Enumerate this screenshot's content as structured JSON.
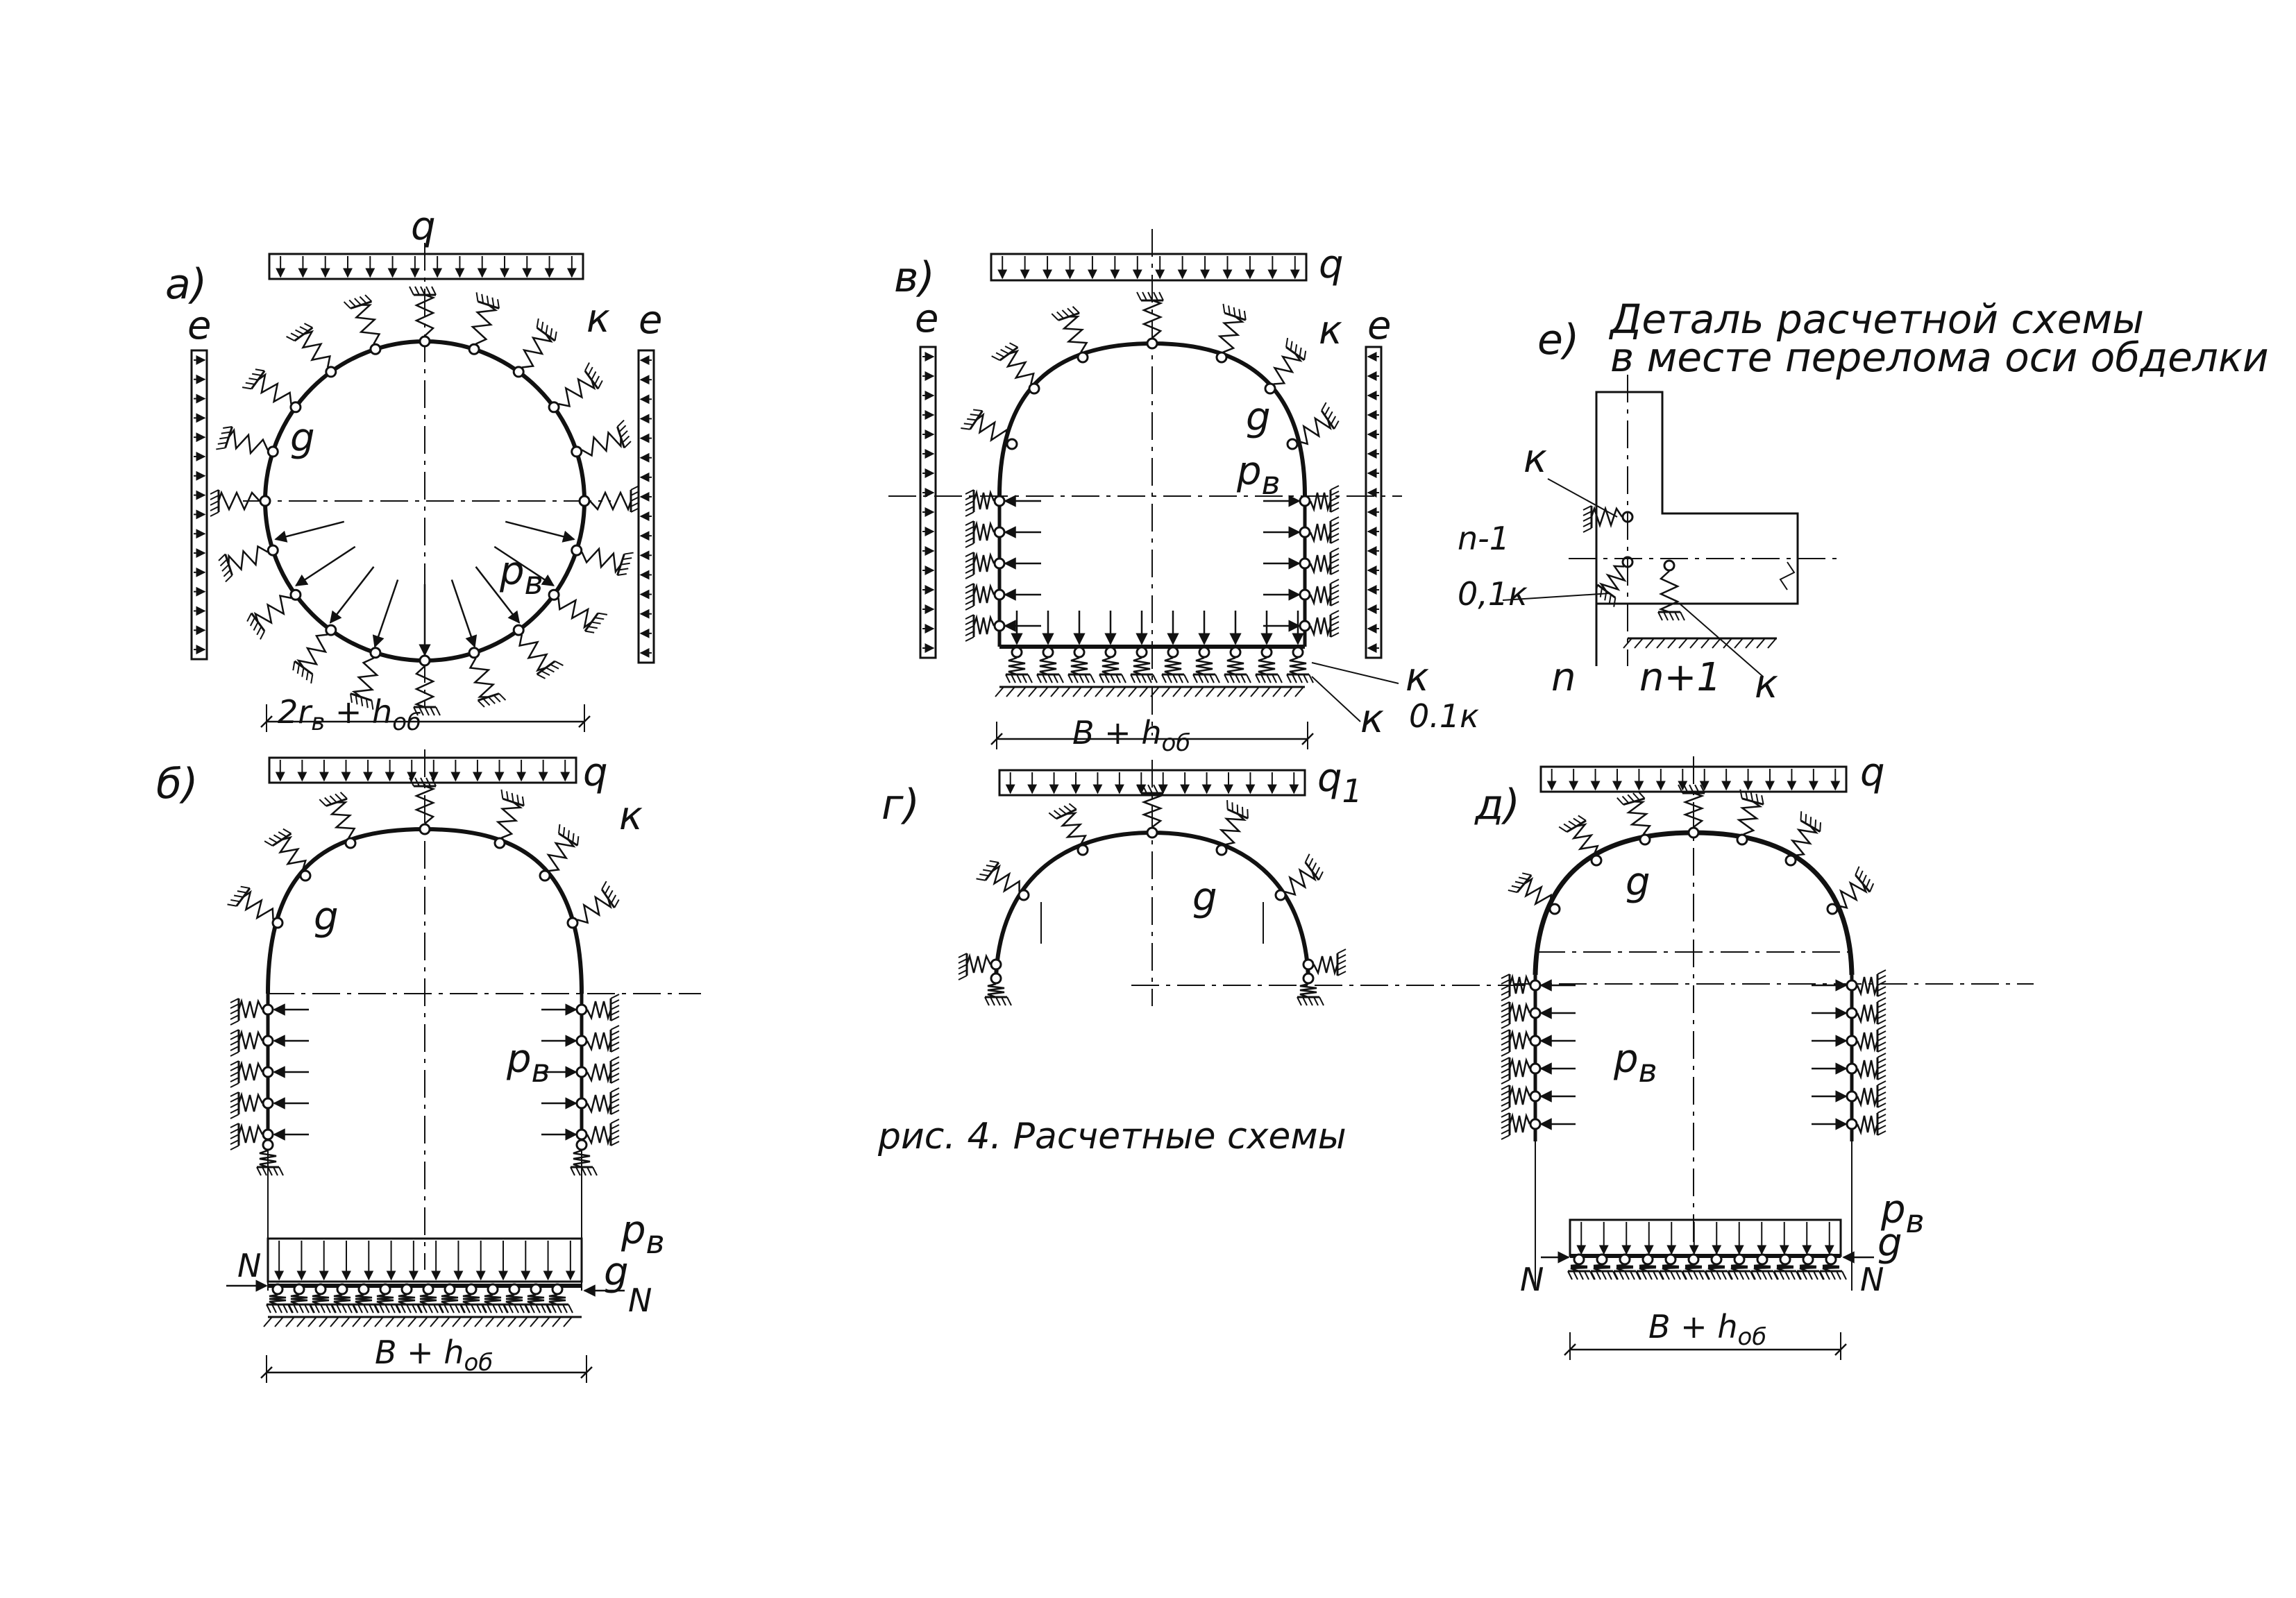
{
  "panels": [
    {
      "id": "a",
      "letter": "а)",
      "load_q": "q",
      "load_e": "e",
      "k": "к",
      "g": "g",
      "pv": "p",
      "pv_sub": "в",
      "dim": "2r",
      "dim_sub": "в",
      "dim_tail": " + h",
      "dim_tail_sub": "об"
    },
    {
      "id": "b",
      "letter": "б)",
      "load_q": "q",
      "k": "к",
      "g": "g",
      "pv": "p",
      "pv_sub": "в",
      "N": "N",
      "dim": "B + h",
      "dim_sub": "об"
    },
    {
      "id": "v",
      "letter": "в)",
      "load_q": "q",
      "load_e": "e",
      "k": "к",
      "g": "g",
      "pv": "p",
      "pv_sub": "в",
      "k01": "0.1к",
      "dim": "B + h",
      "dim_sub": "об"
    },
    {
      "id": "g",
      "letter": "г)",
      "load_q": "q",
      "load_q_sub": "1",
      "g": "g"
    },
    {
      "id": "d",
      "letter": "д)",
      "load_q": "q",
      "g": "g",
      "pv": "p",
      "pv_sub": "в",
      "N": "N",
      "dim": "B + h",
      "dim_sub": "об"
    },
    {
      "id": "e",
      "letter": "е)",
      "title_line1": "Деталь расчетной схемы",
      "title_line2": "в месте перелома оси обделки",
      "k": "к",
      "n_minus": "n-1",
      "k01": "0,1к",
      "n": "n",
      "n_plus": "n+1"
    }
  ],
  "caption": "рис. 4.  Расчетные схемы"
}
